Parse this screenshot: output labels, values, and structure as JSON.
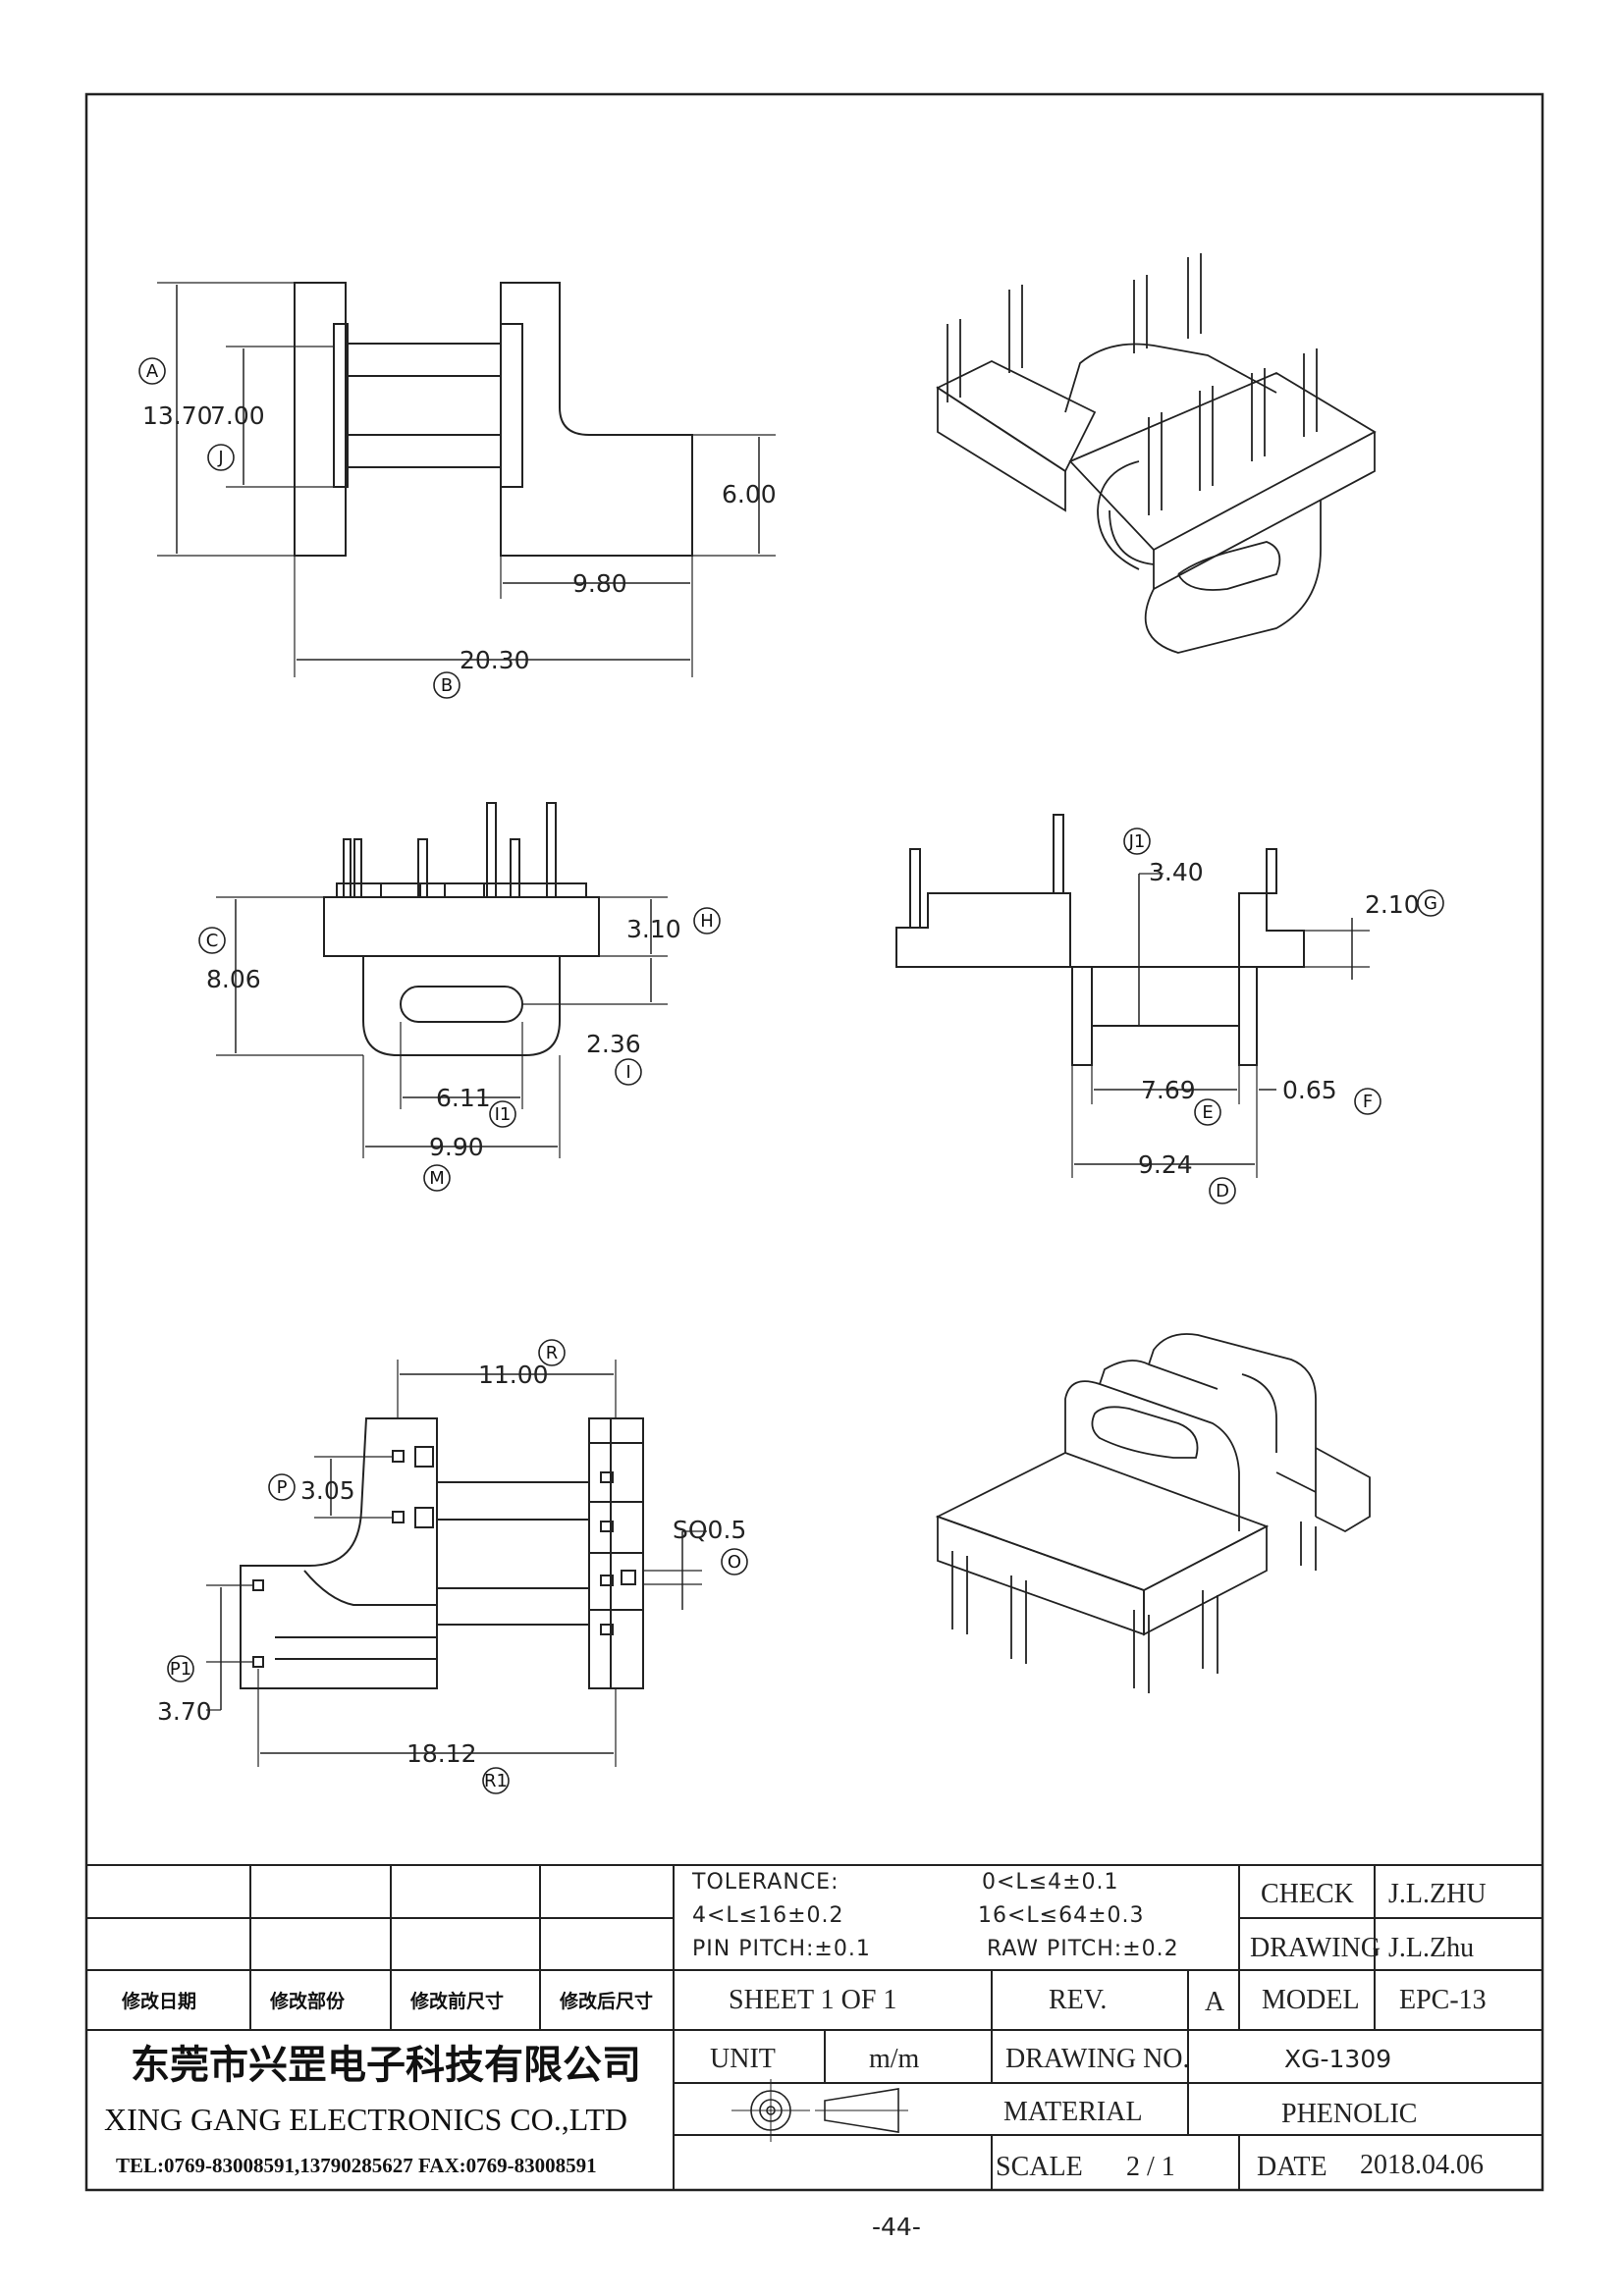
{
  "dimensions": {
    "A": "13.70",
    "J": "7.00",
    "six": "6.00",
    "nine_eighty": "9.80",
    "B": "20.30",
    "C": "8.06",
    "H": "3.10",
    "I": "2.36",
    "I1": "6.11",
    "M": "9.90",
    "J1": "3.40",
    "G": "2.10",
    "E": "7.69",
    "F": "0.65",
    "D": "9.24",
    "R": "11.00",
    "P": "3.05",
    "O": "SQ0.5",
    "P1": "3.70",
    "R1": "18.12"
  },
  "markers": {
    "A": "A",
    "J": "J",
    "B": "B",
    "C": "C",
    "H": "H",
    "I": "I",
    "I1": "I1",
    "M": "M",
    "J1": "J1",
    "G": "G",
    "E": "E",
    "F": "F",
    "D": "D",
    "R": "R",
    "P": "P",
    "O": "O",
    "P1": "P1",
    "R1": "R1"
  },
  "title_block": {
    "tolerance_label": "TOLERANCE:",
    "tol_1": "0<L≤4±0.1",
    "tol_2": "4<L≤16±0.2",
    "tol_3": "16<L≤64±0.3",
    "pin_pitch": "PIN PITCH:±0.1",
    "raw_pitch": "RAW PITCH:±0.2",
    "check_label": "CHECK",
    "check_value": "J.L.ZHU",
    "drawing_label": "DRAWING",
    "drawing_value": "J.L.Zhu",
    "rev_headers": [
      "修改日期",
      "修改部份",
      "修改前尺寸",
      "修改后尺寸"
    ],
    "sheet": "SHEET 1 OF 1",
    "rev_label": "REV.",
    "rev_value": "A",
    "model_label": "MODEL",
    "model_value": "EPC-13",
    "unit_label": "UNIT",
    "unit_value": "m/m",
    "drawing_no_label": "DRAWING NO.",
    "drawing_no_value": "XG-1309",
    "material_label": "MATERIAL",
    "material_value": "PHENOLIC",
    "scale_label": "SCALE",
    "scale_value": "2 / 1",
    "date_label": "DATE",
    "date_value": "2018.04.06"
  },
  "company": {
    "name_cn": "东莞市兴罡电子科技有限公司",
    "name_en": "XING GANG ELECTRONICS CO.,LTD",
    "tel": "TEL:0769-83008591,13790285627 FAX:0769-83008591"
  },
  "page_number": "-44-"
}
